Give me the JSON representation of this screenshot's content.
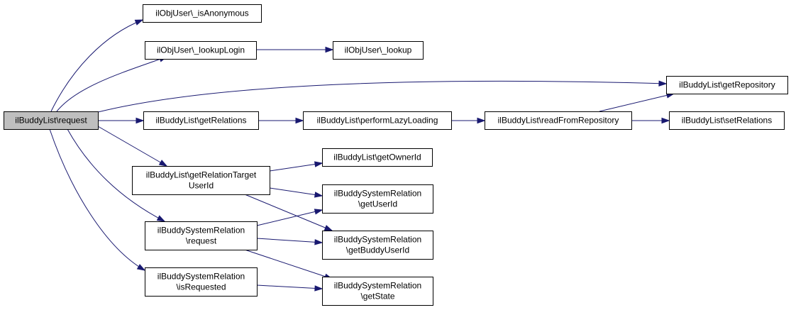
{
  "colors": {
    "edge": "#191970",
    "node_fill": "#ffffff",
    "root_fill": "#bfbfbf",
    "node_border": "#000000"
  },
  "nodes": [
    {
      "id": "request",
      "lines": [
        "ilBuddyList\\request"
      ],
      "root": true
    },
    {
      "id": "isAnonymous",
      "lines": [
        "ilObjUser\\_isAnonymous"
      ]
    },
    {
      "id": "lookupLogin",
      "lines": [
        "ilObjUser\\_lookupLogin"
      ]
    },
    {
      "id": "lookup",
      "lines": [
        "ilObjUser\\_lookup"
      ]
    },
    {
      "id": "getRepository",
      "lines": [
        "ilBuddyList\\getRepository"
      ]
    },
    {
      "id": "getRelations",
      "lines": [
        "ilBuddyList\\getRelations"
      ]
    },
    {
      "id": "performLazyLoading",
      "lines": [
        "ilBuddyList\\performLazyLoading"
      ]
    },
    {
      "id": "readFromRepository",
      "lines": [
        "ilBuddyList\\readFromRepository"
      ]
    },
    {
      "id": "setRelations",
      "lines": [
        "ilBuddyList\\setRelations"
      ]
    },
    {
      "id": "getOwnerId",
      "lines": [
        "ilBuddyList\\getOwnerId"
      ]
    },
    {
      "id": "getRelationTargetUserId",
      "lines": [
        "ilBuddyList\\getRelationTarget",
        "UserId"
      ]
    },
    {
      "id": "getUserId",
      "lines": [
        "ilBuddySystemRelation",
        "\\getUserId"
      ]
    },
    {
      "id": "relRequest",
      "lines": [
        "ilBuddySystemRelation",
        "\\request"
      ]
    },
    {
      "id": "getBuddyUserId",
      "lines": [
        "ilBuddySystemRelation",
        "\\getBuddyUserId"
      ]
    },
    {
      "id": "isRequested",
      "lines": [
        "ilBuddySystemRelation",
        "\\isRequested"
      ]
    },
    {
      "id": "getState",
      "lines": [
        "ilBuddySystemRelation",
        "\\getState"
      ]
    }
  ],
  "edges": [
    {
      "from": "request",
      "to": "isAnonymous"
    },
    {
      "from": "request",
      "to": "lookupLogin"
    },
    {
      "from": "request",
      "to": "getRepository"
    },
    {
      "from": "request",
      "to": "getRelations"
    },
    {
      "from": "request",
      "to": "getRelationTargetUserId"
    },
    {
      "from": "request",
      "to": "relRequest"
    },
    {
      "from": "request",
      "to": "isRequested"
    },
    {
      "from": "lookupLogin",
      "to": "lookup"
    },
    {
      "from": "getRelations",
      "to": "performLazyLoading"
    },
    {
      "from": "performLazyLoading",
      "to": "readFromRepository"
    },
    {
      "from": "readFromRepository",
      "to": "getRepository"
    },
    {
      "from": "readFromRepository",
      "to": "setRelations"
    },
    {
      "from": "getRelationTargetUserId",
      "to": "getOwnerId"
    },
    {
      "from": "getRelationTargetUserId",
      "to": "getUserId"
    },
    {
      "from": "getRelationTargetUserId",
      "to": "getBuddyUserId"
    },
    {
      "from": "relRequest",
      "to": "getUserId"
    },
    {
      "from": "relRequest",
      "to": "getBuddyUserId"
    },
    {
      "from": "relRequest",
      "to": "getState"
    },
    {
      "from": "isRequested",
      "to": "getState"
    }
  ]
}
